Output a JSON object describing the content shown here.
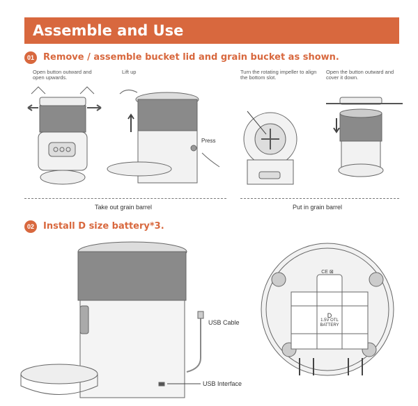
{
  "header": {
    "title": "Assemble and Use"
  },
  "step1": {
    "number": "01",
    "title": "Remove / assemble bucket lid and grain bucket as shown.",
    "captions": [
      "Open button outward and open upwards.",
      "Lift up",
      "Turn the rotating impeller to align the bottom slot.",
      "Open the button outward and cover it down."
    ],
    "press_label": "Press",
    "section_labels": [
      "Take out grain barrel",
      "Put in grain barrel"
    ]
  },
  "step2": {
    "number": "02",
    "title": "Install D size battery*3.",
    "usb_cable_label": "USB Cable",
    "usb_interface_label": "USB Interface",
    "battery": {
      "size": "D",
      "spec": "1.5V OTL",
      "word": "BATTERY"
    }
  },
  "colors": {
    "accent": "#d8683e"
  }
}
